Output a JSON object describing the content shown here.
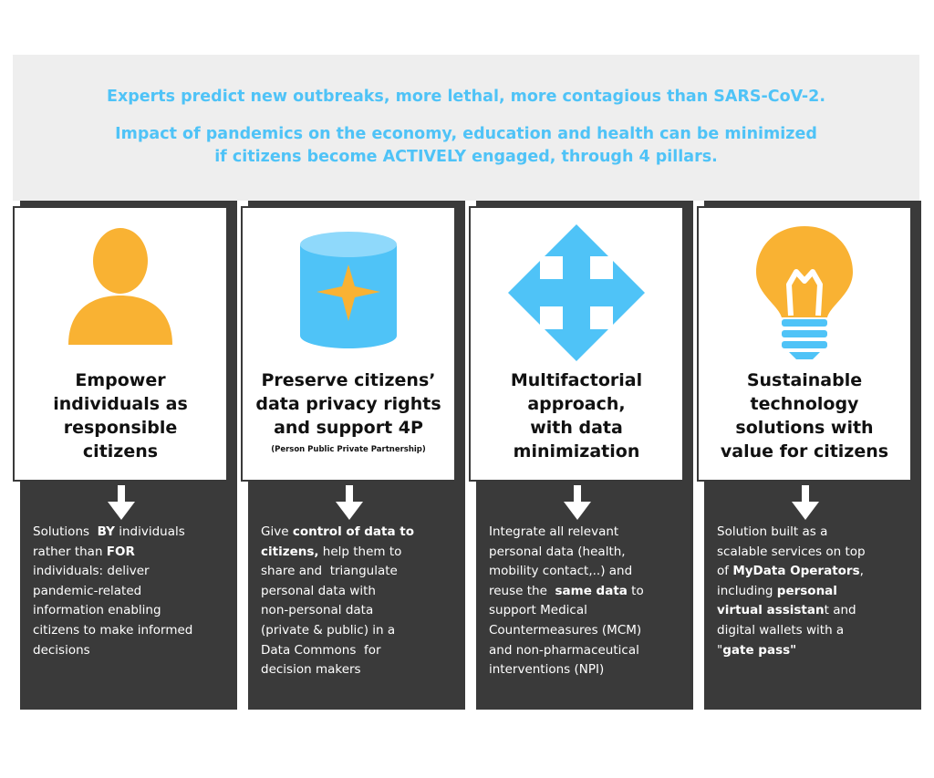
{
  "headline_1": "Experts predict new outbreaks, more lethal, more contagious than SARS-CoV-2.",
  "headline_2_line1": "Impact of pandemics on the economy, education and health can be minimized",
  "headline_2_line2": "if citizens become ACTIVELY engaged, through 4 pillars.",
  "colors": {
    "accent_blue": "#4fc3f7",
    "accent_orange": "#f9b233",
    "dark": "#3a3a3a",
    "banner": "#eeeeee"
  },
  "pillars": [
    {
      "icon": "person-icon",
      "title": [
        "Empower",
        "individuals as",
        "responsible",
        "citizens"
      ],
      "subtitle": "",
      "desc": [
        [
          {
            "t": "Solutions  "
          },
          {
            "t": "BY",
            "b": true
          },
          {
            "t": " individuals"
          }
        ],
        [
          {
            "t": "rather than "
          },
          {
            "t": "FOR",
            "b": true
          }
        ],
        [
          {
            "t": "individuals: deliver"
          }
        ],
        [
          {
            "t": "pandemic-related"
          }
        ],
        [
          {
            "t": "information enabling"
          }
        ],
        [
          {
            "t": "citizens to make informed"
          }
        ],
        [
          {
            "t": "decisions"
          }
        ]
      ]
    },
    {
      "icon": "database-icon",
      "title": [
        "Preserve citizens’",
        "data privacy rights",
        "and support 4P"
      ],
      "subtitle": "(Person Public Private Partnership)",
      "desc": [
        [
          {
            "t": "Give "
          },
          {
            "t": "control of data to",
            "b": true
          }
        ],
        [
          {
            "t": "citizens,",
            "b": true
          },
          {
            "t": " help them to"
          }
        ],
        [
          {
            "t": "share and  triangulate"
          }
        ],
        [
          {
            "t": "personal data with"
          }
        ],
        [
          {
            "t": "non-personal data"
          }
        ],
        [
          {
            "t": "(private & public) in a"
          }
        ],
        [
          {
            "t": "Data Commons  for"
          }
        ],
        [
          {
            "t": "decision makers"
          }
        ]
      ]
    },
    {
      "icon": "four-way-arrow-icon",
      "title": [
        "Multifactorial",
        "approach,",
        "with data",
        "minimization"
      ],
      "subtitle": "",
      "desc": [
        [
          {
            "t": "Integrate all relevant"
          }
        ],
        [
          {
            "t": "personal data (health,"
          }
        ],
        [
          {
            "t": "mobility contact,..) and"
          }
        ],
        [
          {
            "t": "reuse the  "
          },
          {
            "t": "same data",
            "b": true
          },
          {
            "t": " to"
          }
        ],
        [
          {
            "t": "support Medical"
          }
        ],
        [
          {
            "t": "Countermeasures (MCM)"
          }
        ],
        [
          {
            "t": "and non-pharmaceutical"
          }
        ],
        [
          {
            "t": "interventions (NPI)"
          }
        ]
      ]
    },
    {
      "icon": "lightbulb-icon",
      "title": [
        "Sustainable",
        "technology",
        "solutions with",
        "value for citizens"
      ],
      "subtitle": "",
      "desc": [
        [
          {
            "t": "Solution built as a"
          }
        ],
        [
          {
            "t": "scalable services on top"
          }
        ],
        [
          {
            "t": "of "
          },
          {
            "t": "MyData Operators",
            "b": true
          },
          {
            "t": ","
          }
        ],
        [
          {
            "t": "including "
          },
          {
            "t": "personal",
            "b": true
          }
        ],
        [
          {
            "t": "virtual assistan",
            "b": true
          },
          {
            "t": "t and"
          }
        ],
        [
          {
            "t": "digital wallets with a"
          }
        ],
        [
          {
            "t": "\""
          },
          {
            "t": "gate pass\"",
            "b": true
          }
        ]
      ]
    }
  ]
}
